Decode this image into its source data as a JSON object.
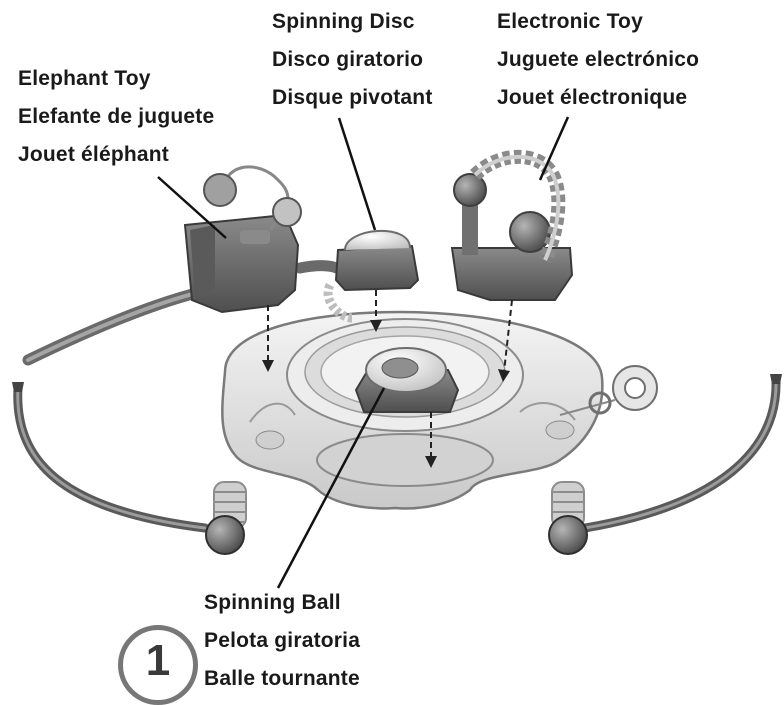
{
  "labels": {
    "elephant_toy": {
      "en": "Elephant Toy",
      "es": "Elefante de juguete",
      "fr": "Jouet éléphant"
    },
    "spinning_disc": {
      "en": "Spinning Disc",
      "es": "Disco giratorio",
      "fr": "Disque pivotant"
    },
    "electronic_toy": {
      "en": "Electronic Toy",
      "es": "Juguete electrónico",
      "fr": "Jouet électronique"
    },
    "spinning_ball": {
      "en": "Spinning Ball",
      "es": "Pelota giratoria",
      "fr": "Balle tournante"
    }
  },
  "step": {
    "number": "1"
  },
  "colors": {
    "plastic_dark": "#6e6e6e",
    "plastic_mid": "#9a9a9a",
    "plastic_light": "#d9d9d9",
    "tray": "#e6e6e6",
    "ink": "#1a1a1a"
  }
}
